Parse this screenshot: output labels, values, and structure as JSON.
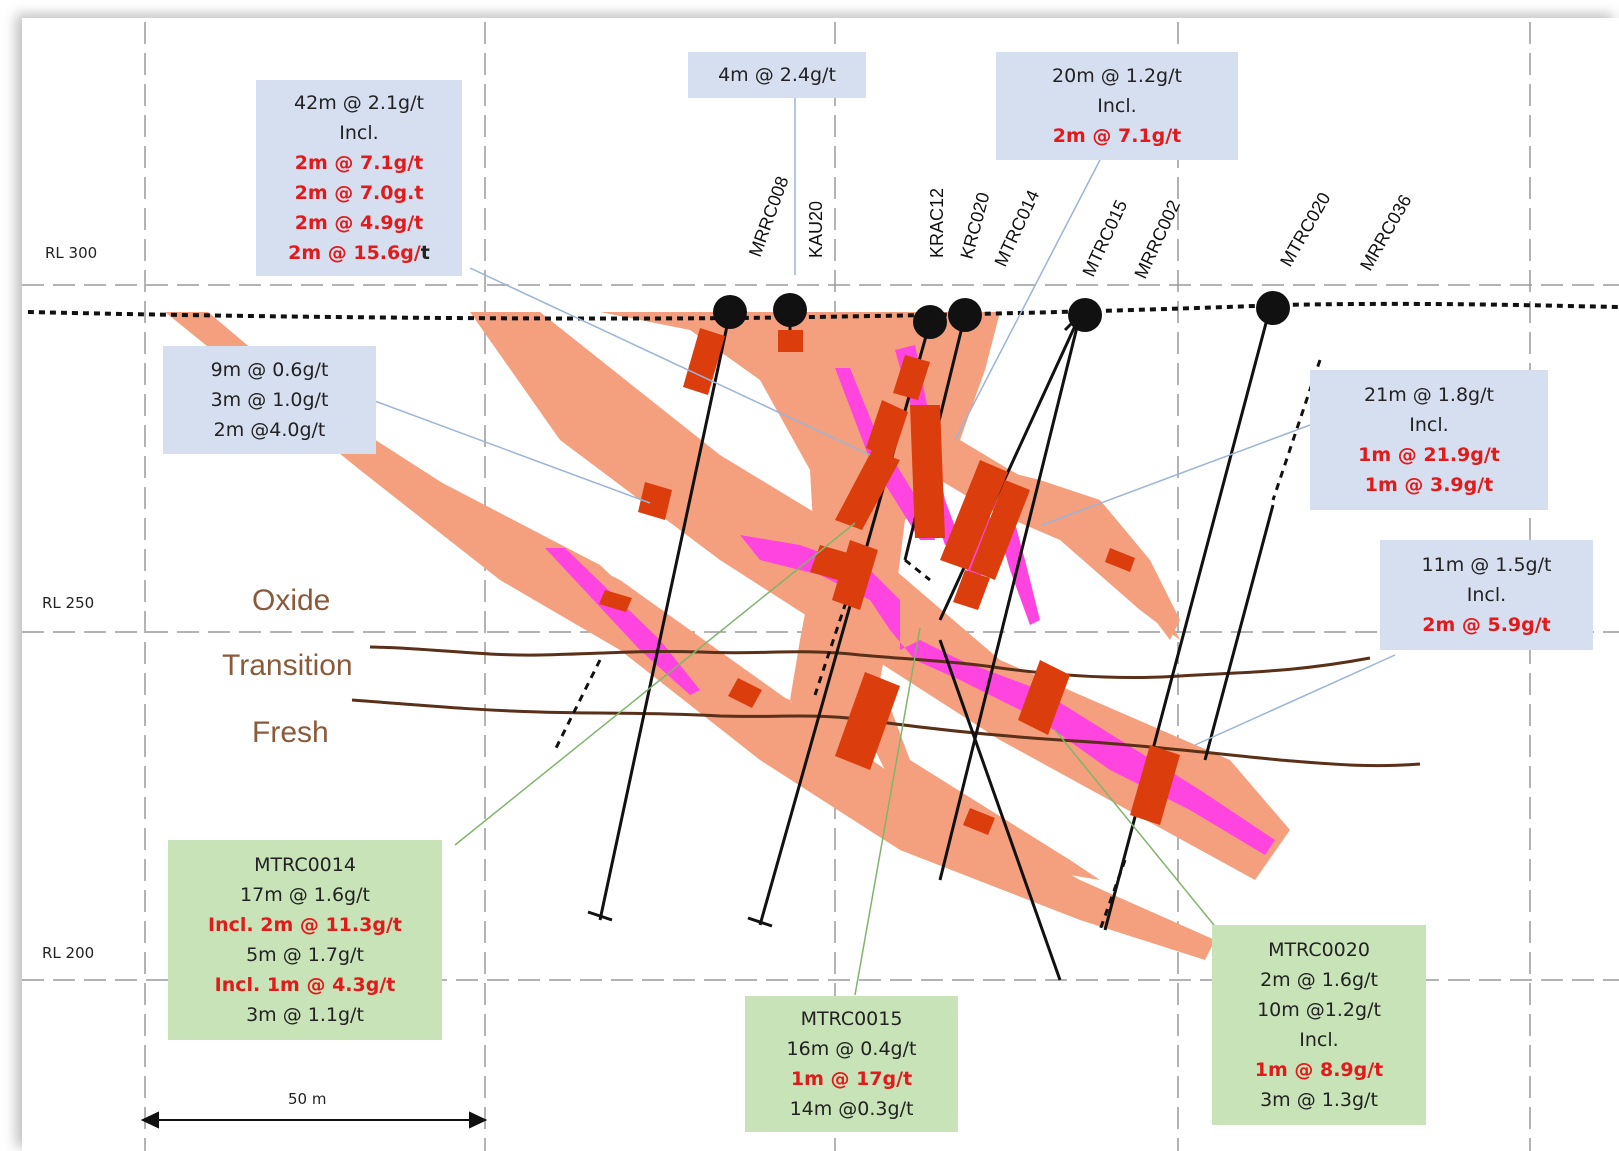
{
  "rl_labels": [
    "RL 300",
    "RL 250",
    "RL 200"
  ],
  "zones": [
    "Oxide",
    "Transition",
    "Fresh"
  ],
  "holes": [
    "MRRC008",
    "KAU20",
    "KRAC12",
    "KRC020",
    "MTRC014",
    "MTRC015",
    "MRRC002",
    "MTRC020",
    "MRRC036"
  ],
  "callouts": {
    "c42": {
      "l1": "42m @ 2.1g/t",
      "l2": "Incl.",
      "l3": "2m @ 7.1g/t",
      "l4": "2m @ 7.0g.t",
      "l5": "2m @ 4.9g/t",
      "l6a": "2m @ 15.6g/",
      "l6b": "t"
    },
    "c4": {
      "l1": "4m @ 2.4g/t"
    },
    "c20": {
      "l1": "20m @ 1.2g/t",
      "l2": "Incl.",
      "l3": "2m @ 7.1g/t"
    },
    "c9": {
      "l1": "9m @ 0.6g/t",
      "l2": "3m @ 1.0g/t",
      "l3": "2m @4.0g/t"
    },
    "c21": {
      "l1": "21m @ 1.8g/t",
      "l2": "Incl.",
      "l3": "1m @ 21.9g/t",
      "l4": "1m @ 3.9g/t"
    },
    "c11": {
      "l1": "11m @ 1.5g/t",
      "l2": "Incl.",
      "l3": "2m @ 5.9g/t"
    },
    "m14": {
      "l1": "MTRC0014",
      "l2": "17m @ 1.6g/t",
      "l3": "Incl. 2m @ 11.3g/t",
      "l4": "5m @ 1.7g/t",
      "l5": "Incl. 1m @ 4.3g/t",
      "l6": "3m @ 1.1g/t"
    },
    "m15": {
      "l1": "MTRC0015",
      "l2": "16m @ 0.4g/t",
      "l3": "1m @ 17g/t",
      "l4": "14m @0.3g/t"
    },
    "m20": {
      "l1": "MTRC0020",
      "l2": "2m @ 1.6g/t",
      "l3": "10m @1.2g/t",
      "l4": "Incl.",
      "l5": "1m @ 8.9g/t",
      "l6": "3m @ 1.3g/t"
    }
  },
  "scale_bar": "50 m",
  "colors": {
    "orebody": "#f4a07f",
    "intercept": "#dc3d0c",
    "high_grade": "#ff44e0",
    "weathering_line": "#5a3018",
    "callout_blue": "#d6dff0",
    "callout_green": "#c7e3b7",
    "grade_red": "#e11b1b"
  }
}
